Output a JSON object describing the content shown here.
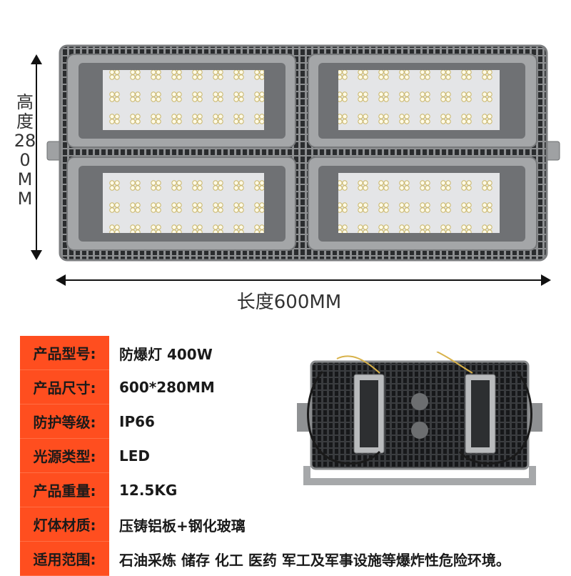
{
  "dimensions": {
    "height_label": "高度280MM",
    "length_label": "长度600MM"
  },
  "specs": [
    {
      "label": "产品型号:",
      "value": "防爆灯 400W"
    },
    {
      "label": "产品尺寸:",
      "value": "600*280MM"
    },
    {
      "label": "防护等级:",
      "value": "IP66"
    },
    {
      "label": "光源类型:",
      "value": "LED"
    },
    {
      "label": "产品重量:",
      "value": "12.5KG"
    },
    {
      "label": "灯体材质:",
      "value": "压铸铝板+钢化玻璃"
    },
    {
      "label": "适用范围:",
      "value": "石油采炼 储存 化工 医药 军工及军事设施等爆炸性危险环境。"
    }
  ],
  "colors": {
    "label_background": "#ff4e1f",
    "housing": "#9a9c9e"
  }
}
